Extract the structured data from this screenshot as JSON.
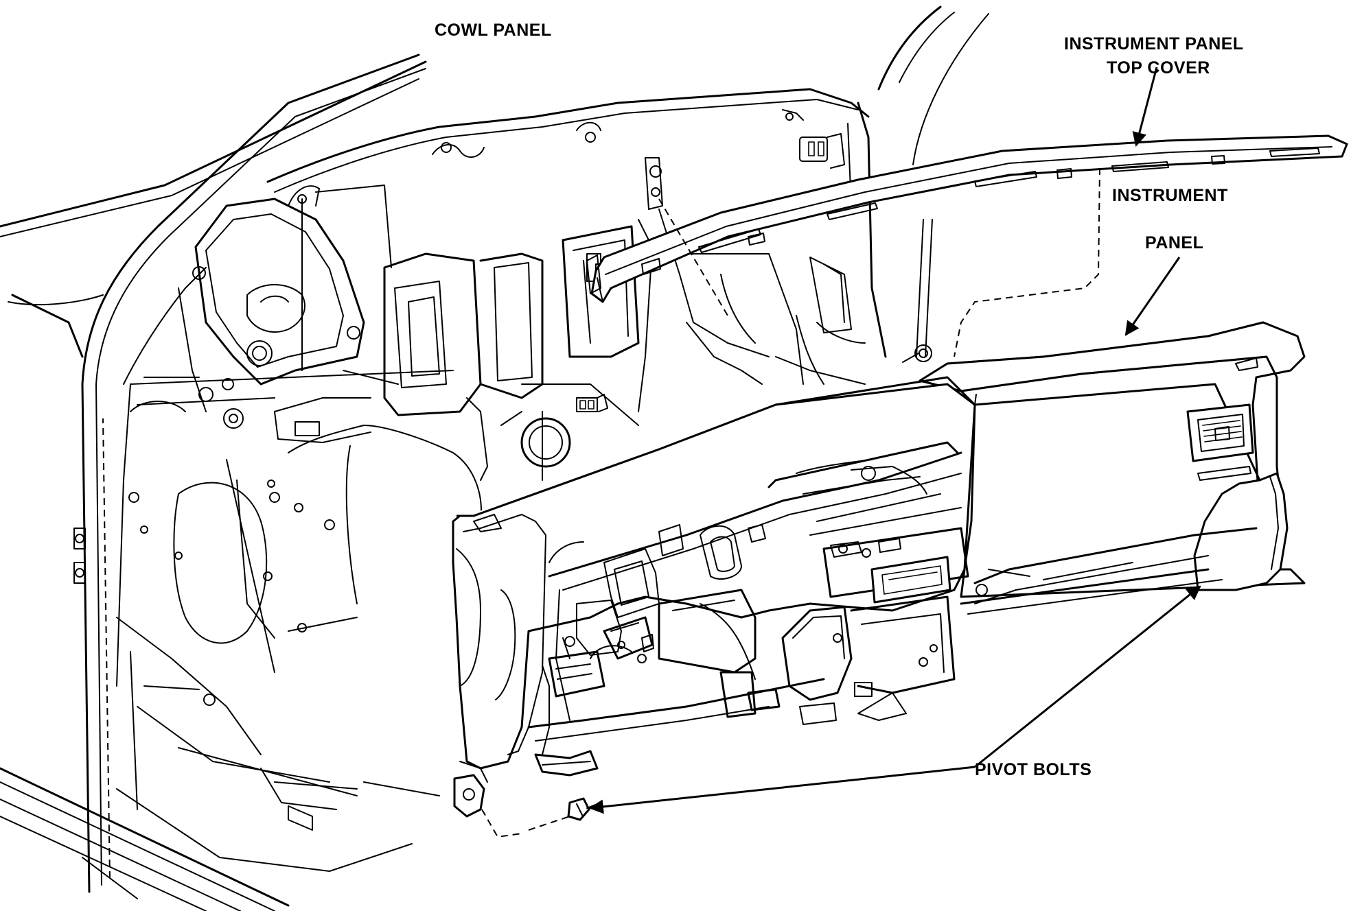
{
  "labels": {
    "cowl_panel": "COWL PANEL",
    "ip_top_cover_line1": "INSTRUMENT PANEL",
    "ip_top_cover_line2": "TOP COVER",
    "ip_line1": "INSTRUMENT",
    "ip_line2": "PANEL",
    "pivot_bolts": "PIVOT BOLTS"
  }
}
